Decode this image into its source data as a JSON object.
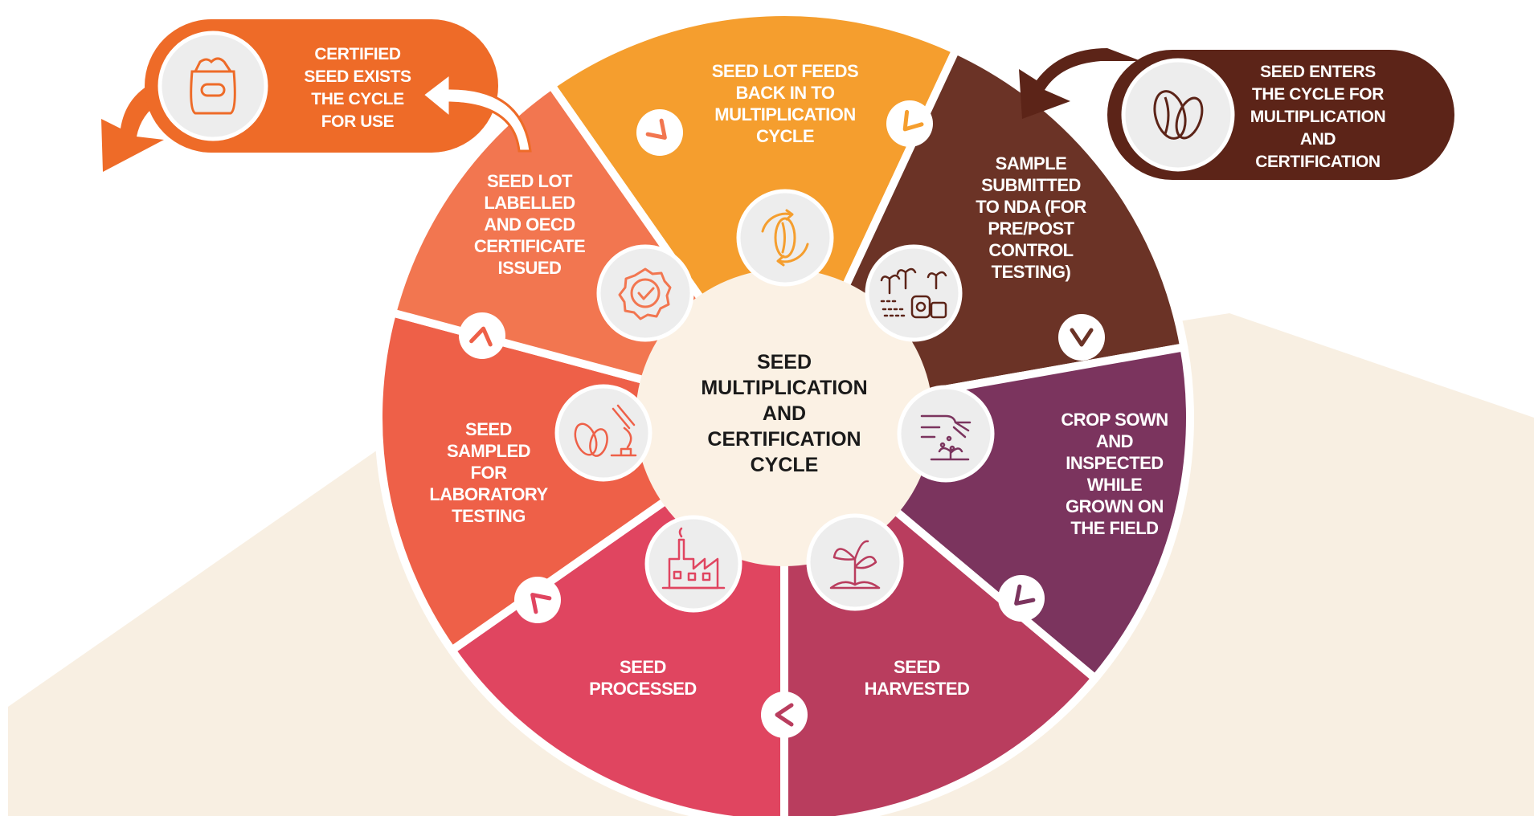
{
  "center": {
    "lines": [
      "SEED",
      "MULTIPLICATION",
      "AND",
      "CERTIFICATION",
      "CYCLE"
    ]
  },
  "segments": [
    {
      "id": "feeds-back",
      "color": "#F59E2E",
      "icon": "seed-cycle-icon",
      "lines": [
        "SEED LOT FEEDS",
        "BACK IN TO",
        "MULTIPLICATION",
        "CYCLE"
      ]
    },
    {
      "id": "sample-submitted",
      "color": "#6B3326",
      "icon": "plants-and-sample-bags-icon",
      "lines": [
        "SAMPLE",
        "SUBMITTED",
        "TO NDA (FOR",
        "PRE/POST",
        "CONTROL",
        "TESTING)"
      ]
    },
    {
      "id": "crop-sown",
      "color": "#7B345E",
      "icon": "hand-sowing-seeds-icon",
      "lines": [
        "CROP SOWN",
        "AND",
        "INSPECTED",
        "WHILE",
        "GROWN ON",
        "THE FIELD"
      ]
    },
    {
      "id": "seed-harvested",
      "color": "#B93D5E",
      "icon": "sprouting-plant-icon",
      "lines": [
        "SEED",
        "HARVESTED"
      ]
    },
    {
      "id": "seed-processed",
      "color": "#E04560",
      "icon": "factory-icon",
      "lines": [
        "SEED",
        "PROCESSED"
      ]
    },
    {
      "id": "seed-sampled",
      "color": "#EE6048",
      "icon": "seeds-and-microscope-icon",
      "lines": [
        "SEED",
        "SAMPLED",
        "FOR",
        "LABORATORY",
        "TESTING"
      ]
    },
    {
      "id": "seed-labelled",
      "color": "#F27650",
      "icon": "certified-badge-icon",
      "lines": [
        "SEED LOT",
        "LABELLED",
        "AND OECD",
        "CERTIFICATE",
        "ISSUED"
      ]
    }
  ],
  "entry_pill": {
    "color": "#5C2418",
    "icon": "almond-seed-icon",
    "lines": [
      "SEED ENTERS",
      "THE CYCLE FOR",
      "MULTIPLICATION",
      "AND",
      "CERTIFICATION"
    ]
  },
  "exit_pill": {
    "color": "#EE6B28",
    "icon": "seed-bag-icon",
    "lines": [
      "CERTIFIED",
      "SEED EXISTS",
      "THE CYCLE",
      "FOR USE"
    ]
  },
  "colors": {
    "background_shape": "#F8EFE2",
    "center_fill": "#FBF1E4",
    "icon_stroke": "#E8624E",
    "arrow_stroke": "#5A2A6E"
  }
}
